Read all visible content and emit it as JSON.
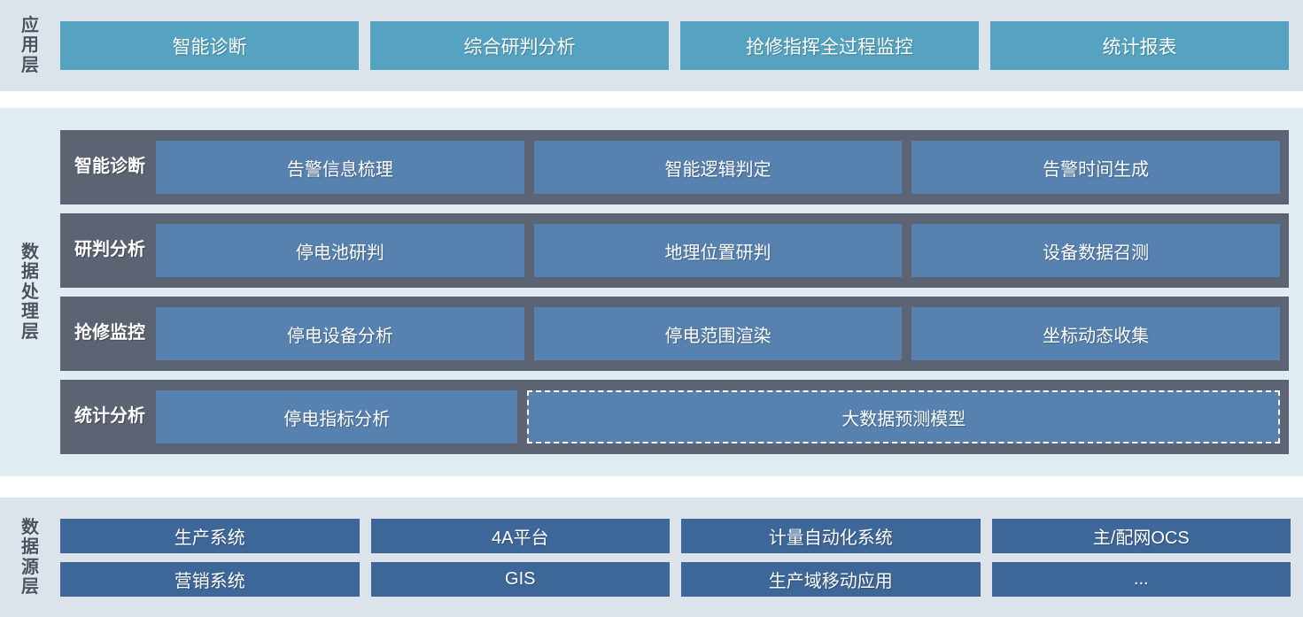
{
  "colors": {
    "app_band_bg": "#dde3ea",
    "process_band_bg": "#e0ecf2",
    "source_band_bg": "#dde3ea",
    "app_box": "#55a3c1",
    "process_row": "#5c6372",
    "process_cell": "#5782b0",
    "source_box": "#3e6799",
    "label_text": "#4a5160",
    "box_text": "#ffffff"
  },
  "application_layer": {
    "title": "应用层",
    "boxes": [
      {
        "label": "智能诊断"
      },
      {
        "label": "综合研判分析"
      },
      {
        "label": "抢修指挥全过程监控"
      },
      {
        "label": "统计报表"
      }
    ]
  },
  "data_processing_layer": {
    "title": "数据处理层",
    "rows": [
      {
        "row_label": "智能诊断",
        "cells": [
          {
            "label": "告警信息梳理",
            "style": "solid",
            "span": 1
          },
          {
            "label": "智能逻辑判定",
            "style": "solid",
            "span": 1
          },
          {
            "label": "告警时间生成",
            "style": "solid",
            "span": 1
          }
        ]
      },
      {
        "row_label": "研判分析",
        "cells": [
          {
            "label": "停电池研判",
            "style": "solid",
            "span": 1
          },
          {
            "label": "地理位置研判",
            "style": "solid",
            "span": 1
          },
          {
            "label": "设备数据召测",
            "style": "solid",
            "span": 1
          }
        ]
      },
      {
        "row_label": "抢修监控",
        "cells": [
          {
            "label": "停电设备分析",
            "style": "solid",
            "span": 1
          },
          {
            "label": "停电范围渲染",
            "style": "solid",
            "span": 1
          },
          {
            "label": "坐标动态收集",
            "style": "solid",
            "span": 1
          }
        ]
      },
      {
        "row_label": "统计分析",
        "cells": [
          {
            "label": "停电指标分析",
            "style": "solid",
            "span": 1
          },
          {
            "label": "大数据预测模型",
            "style": "dashed",
            "span": 2
          }
        ]
      }
    ]
  },
  "data_source_layer": {
    "title": "数据源层",
    "lines": [
      [
        {
          "label": "生产系统"
        },
        {
          "label": "4A平台"
        },
        {
          "label": "计量自动化系统"
        },
        {
          "label": "主/配网OCS"
        }
      ],
      [
        {
          "label": "营销系统"
        },
        {
          "label": "GIS"
        },
        {
          "label": "生产域移动应用"
        },
        {
          "label": "..."
        }
      ]
    ]
  }
}
